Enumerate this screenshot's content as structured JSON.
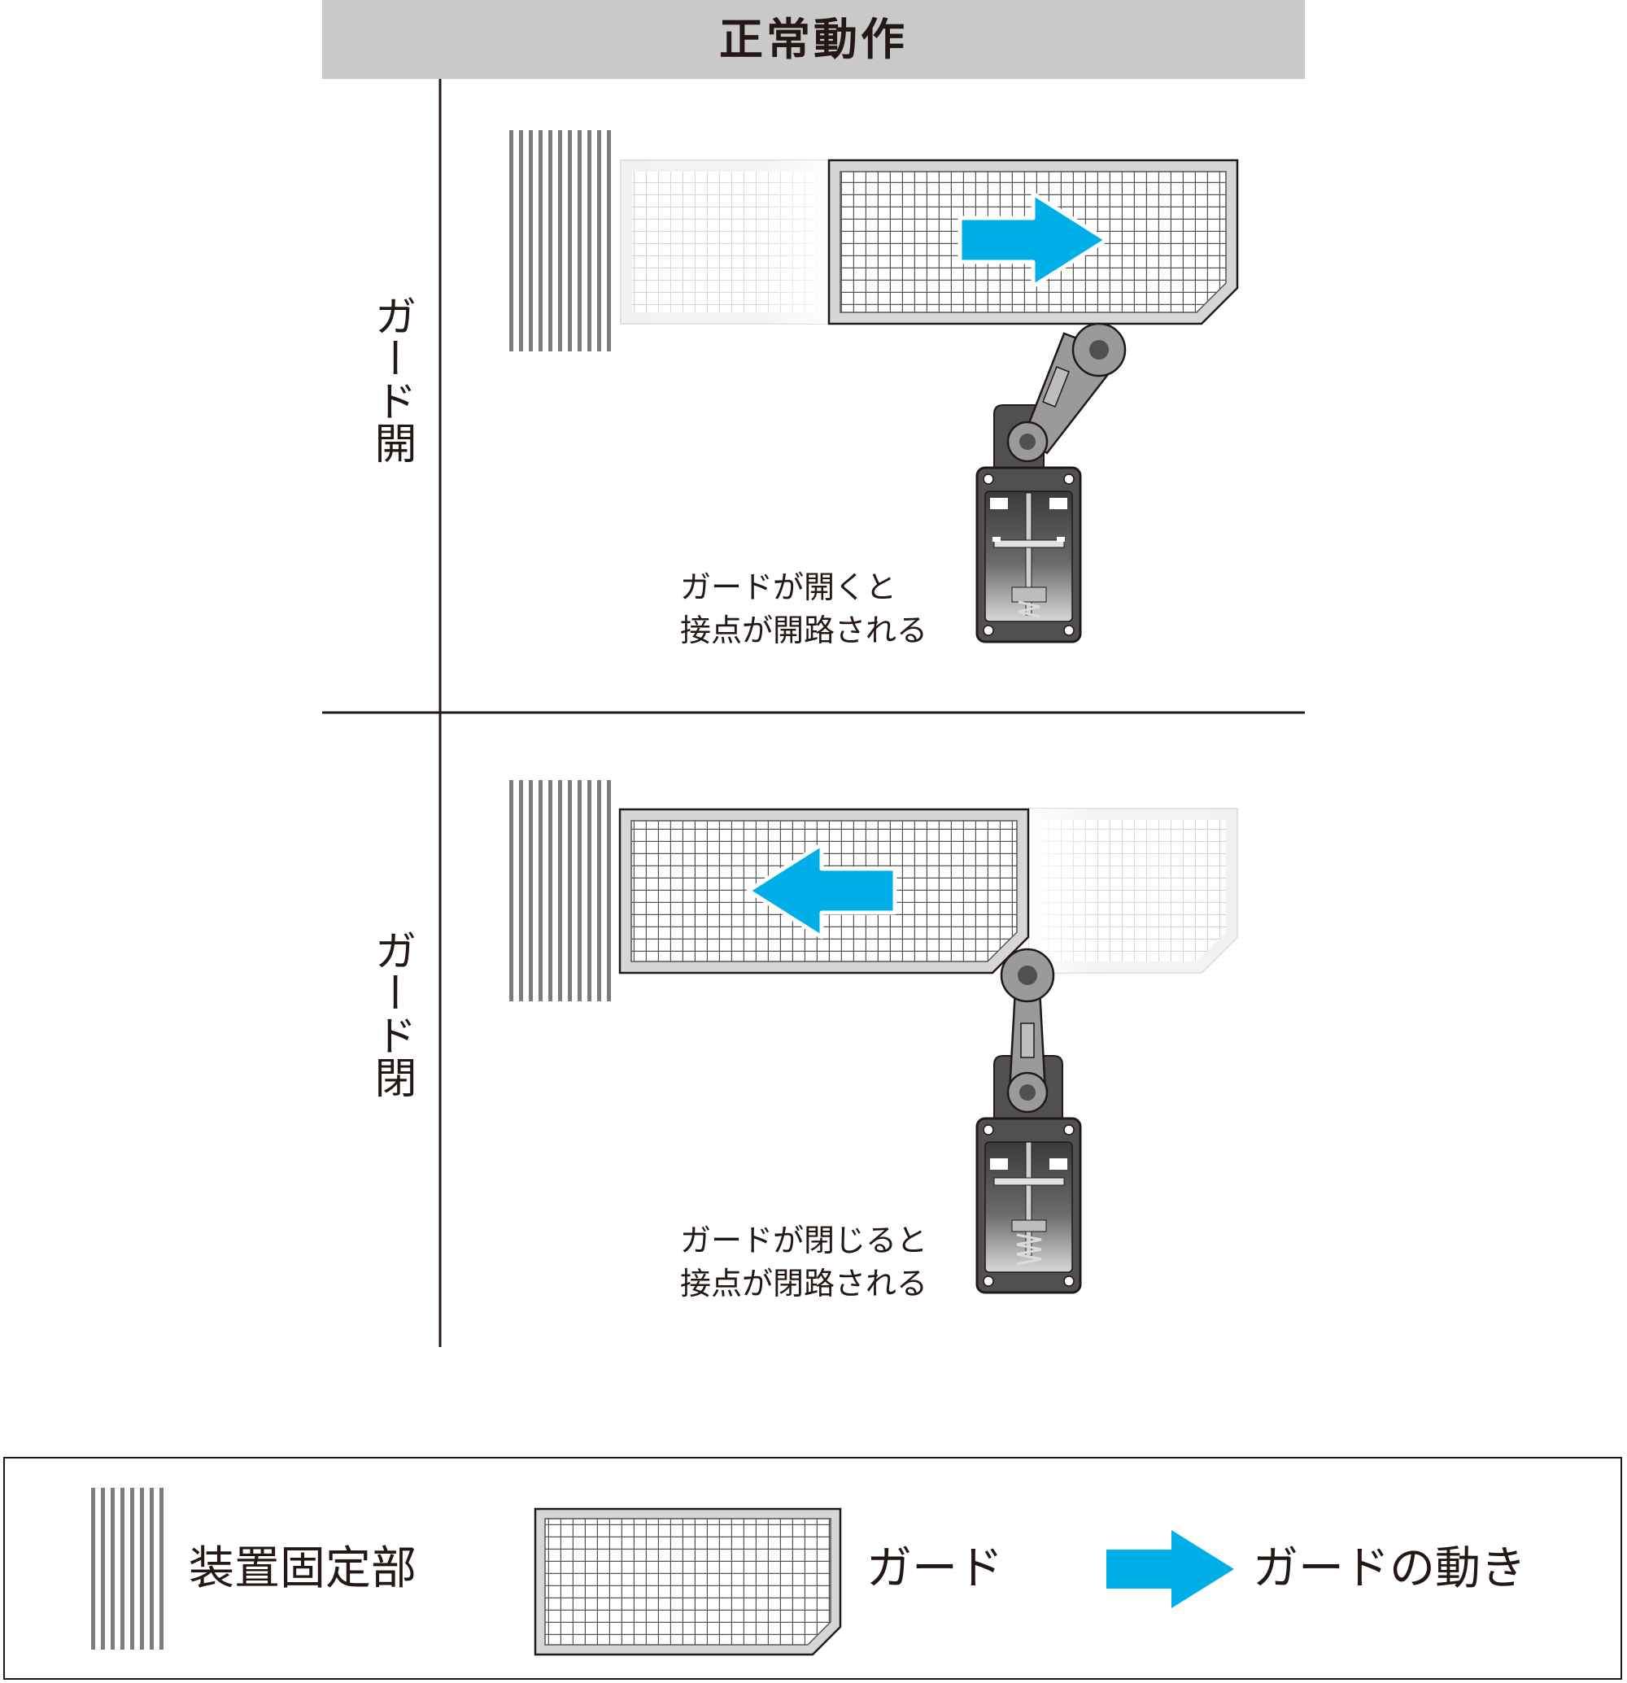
{
  "header": {
    "title": "正常動作"
  },
  "rows": [
    {
      "label": "ガード開",
      "caption_line1": "ガードが開くと",
      "caption_line2": "接点が開路される"
    },
    {
      "label": "ガード閉",
      "caption_line1": "ガードが閉じると",
      "caption_line2": "接点が閉路される"
    }
  ],
  "legend": {
    "fixed_part": "装置固定部",
    "guard": "ガード",
    "guard_motion": "ガードの動き"
  },
  "colors": {
    "arrow": "#00aee8",
    "header_bg": "#c9c9c9",
    "line": "#231815",
    "mesh_frame": "#d6d6d6",
    "switch_body": "#505050",
    "fixed_bars": "#7d7d7d"
  }
}
